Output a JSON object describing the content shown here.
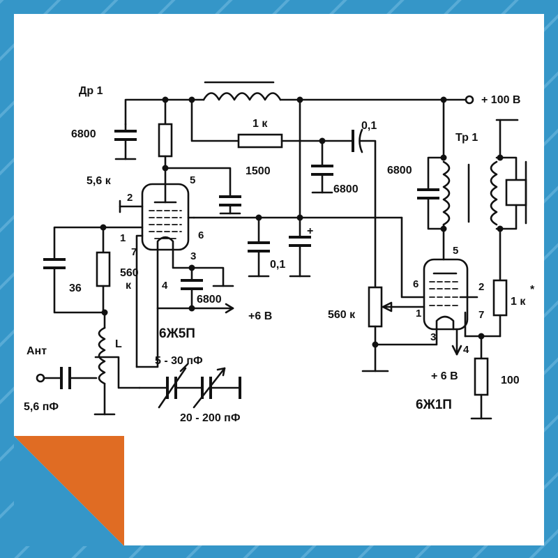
{
  "colors": {
    "frame_blue": "#3596C8",
    "stripe": "#58ABD6",
    "accent_orange": "#E06C23",
    "paper": "#FFFFFF",
    "ink": "#111111"
  },
  "labels": {
    "choke": "Др 1",
    "transformer": "Тр 1",
    "supply": "+ 100 В",
    "antenna": "Ант",
    "coil": "L",
    "heater_a": "+6 В",
    "heater_b": "+ 6 В",
    "tube_a": "6Ж5П",
    "tube_b": "6Ж1П",
    "plus": "+",
    "star": "*"
  },
  "values": {
    "c_6800_a": "6800",
    "r_5k6": "5,6 к",
    "c_1500": "1500",
    "r_1k": "1 к",
    "c_0_1_a": "0,1",
    "c_6800_b": "6800",
    "c_6800_c": "6800",
    "c_36": "36",
    "r_560": "560",
    "r_560_k": "к",
    "c_0_1_b": "0,1",
    "c_6800_d": "6800",
    "r_560k": "560 к",
    "r_1k_b": "1 к",
    "r_100": "100",
    "c_5_6pf": "5,6 пФ",
    "c_trim": "5 - 30 пФ",
    "c_var": "20 - 200 пФ"
  },
  "pins_a": {
    "p1": "1",
    "p2": "2",
    "p3": "3",
    "p4": "4",
    "p5": "5",
    "p6": "6",
    "p7": "7"
  },
  "pins_b": {
    "p1": "1",
    "p2": "2",
    "p3": "3",
    "p4": "4",
    "p5": "5",
    "p6": "6",
    "p7": "7"
  }
}
